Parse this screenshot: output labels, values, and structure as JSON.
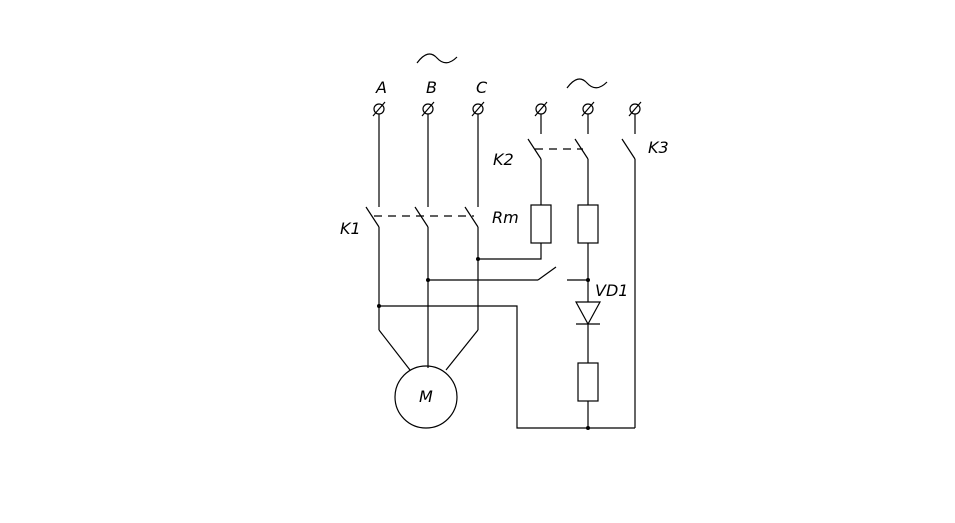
{
  "diagram": {
    "colors": {
      "line": "#000000",
      "background": "#ffffff"
    },
    "labels": {
      "phase_a": "A",
      "phase_b": "B",
      "phase_c": "C",
      "contactor_k1": "K1",
      "contactor_k2": "K2",
      "contactor_k3": "K3",
      "resistor_rm": "Rm",
      "diode_vd1": "VD1",
      "motor": "M"
    },
    "symbols": {
      "ac_source_icon": "ac-wave-icon",
      "terminal_icon": "terminal-icon"
    }
  }
}
